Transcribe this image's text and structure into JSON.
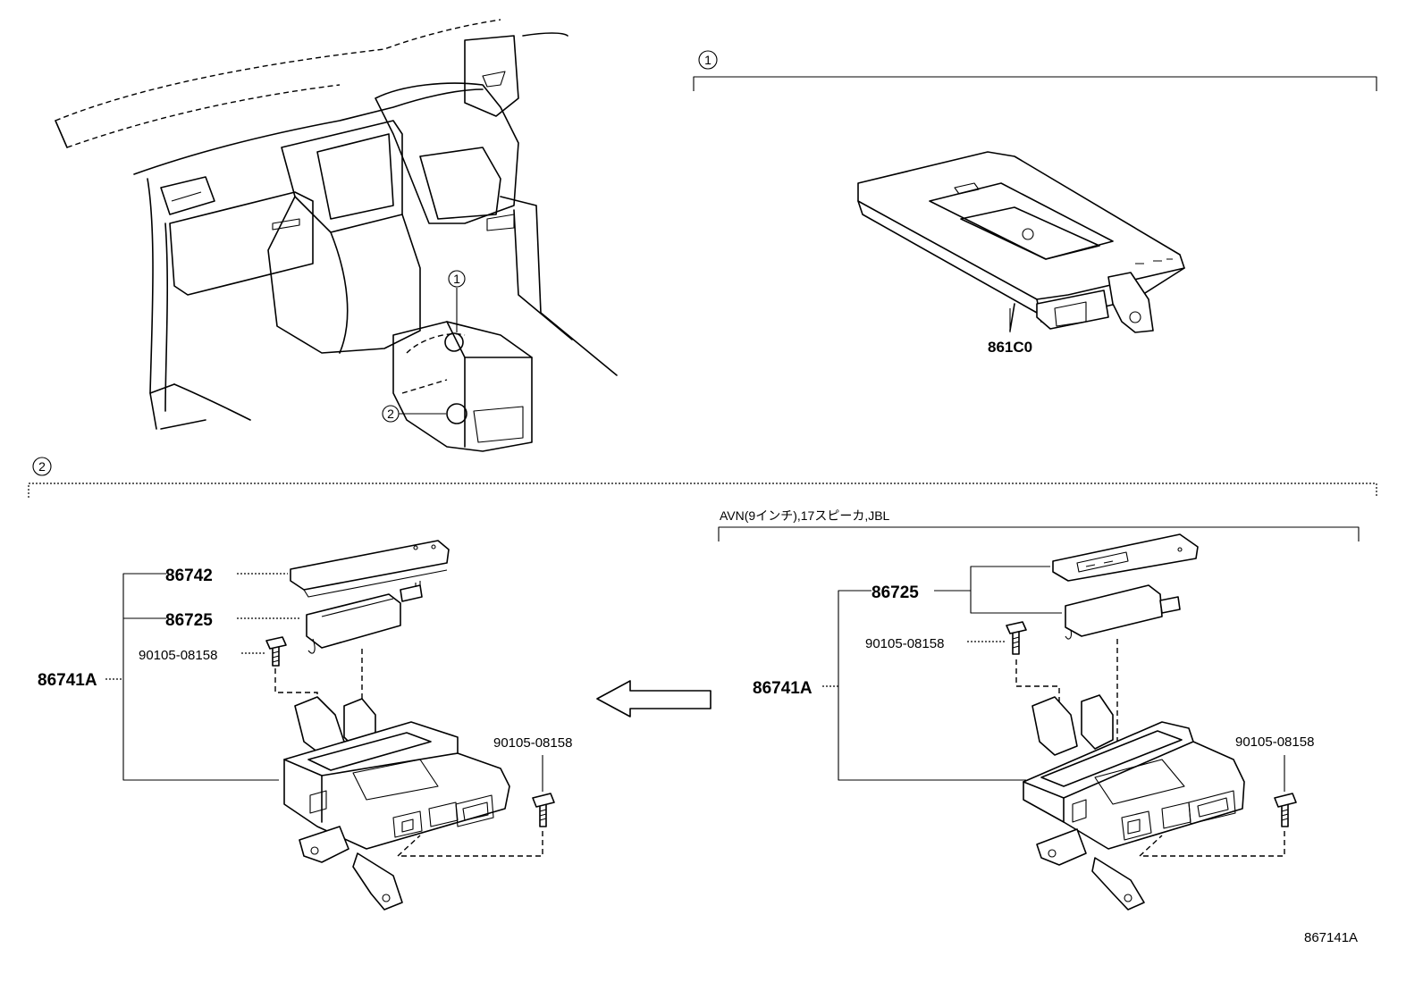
{
  "callouts": {
    "one": "1",
    "two": "2"
  },
  "overview": {
    "marker_1": "1",
    "marker_2": "2"
  },
  "section1": {
    "label": "1",
    "part_861C0": "861C0"
  },
  "section2": {
    "label": "2",
    "left": {
      "p86742": "86742",
      "p86725": "86725",
      "p90105a": "90105-08158",
      "p86741A": "86741A",
      "p90105b": "90105-08158"
    },
    "right": {
      "variant_note": "AVN(9インチ),17スピーカ,JBL",
      "p86725": "86725",
      "p90105a": "90105-08158",
      "p86741A": "86741A",
      "p90105b": "90105-08158"
    }
  },
  "illustration_code": "867141A"
}
